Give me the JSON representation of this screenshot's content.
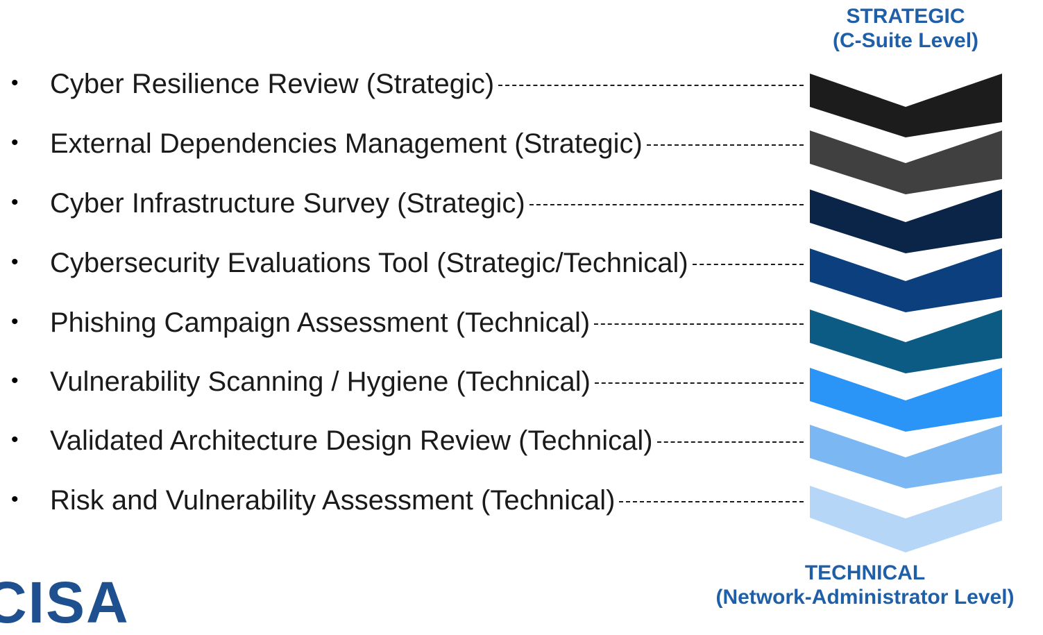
{
  "labels": {
    "top_line1": "STRATEGIC",
    "top_line2": "(C-Suite Level)",
    "bottom_line1": "TECHNICAL",
    "bottom_line2": "(Network-Administrator Level)"
  },
  "items": [
    {
      "text": "Cyber Resilience Review (Strategic)",
      "color": "#1c1c1c"
    },
    {
      "text": "External Dependencies Management (Strategic)",
      "color": "#404040"
    },
    {
      "text": "Cyber Infrastructure Survey (Strategic)",
      "color": "#0a2547"
    },
    {
      "text": "Cybersecurity Evaluations Tool (Strategic/Technical)",
      "color": "#0c3f7e"
    },
    {
      "text": "Phishing Campaign Assessment (Technical)",
      "color": "#0b5b85"
    },
    {
      "text": "Vulnerability Scanning / Hygiene (Technical)",
      "color": "#2b94f7"
    },
    {
      "text": "Validated Architecture Design Review (Technical)",
      "color": "#7bb8f3"
    },
    {
      "text": "Risk and Vulnerability Assessment (Technical)",
      "color": "#b5d6f7"
    }
  ],
  "logo": {
    "text": "CISA",
    "color": "#1e4f8f"
  },
  "accent_color": "#1f5fa8"
}
